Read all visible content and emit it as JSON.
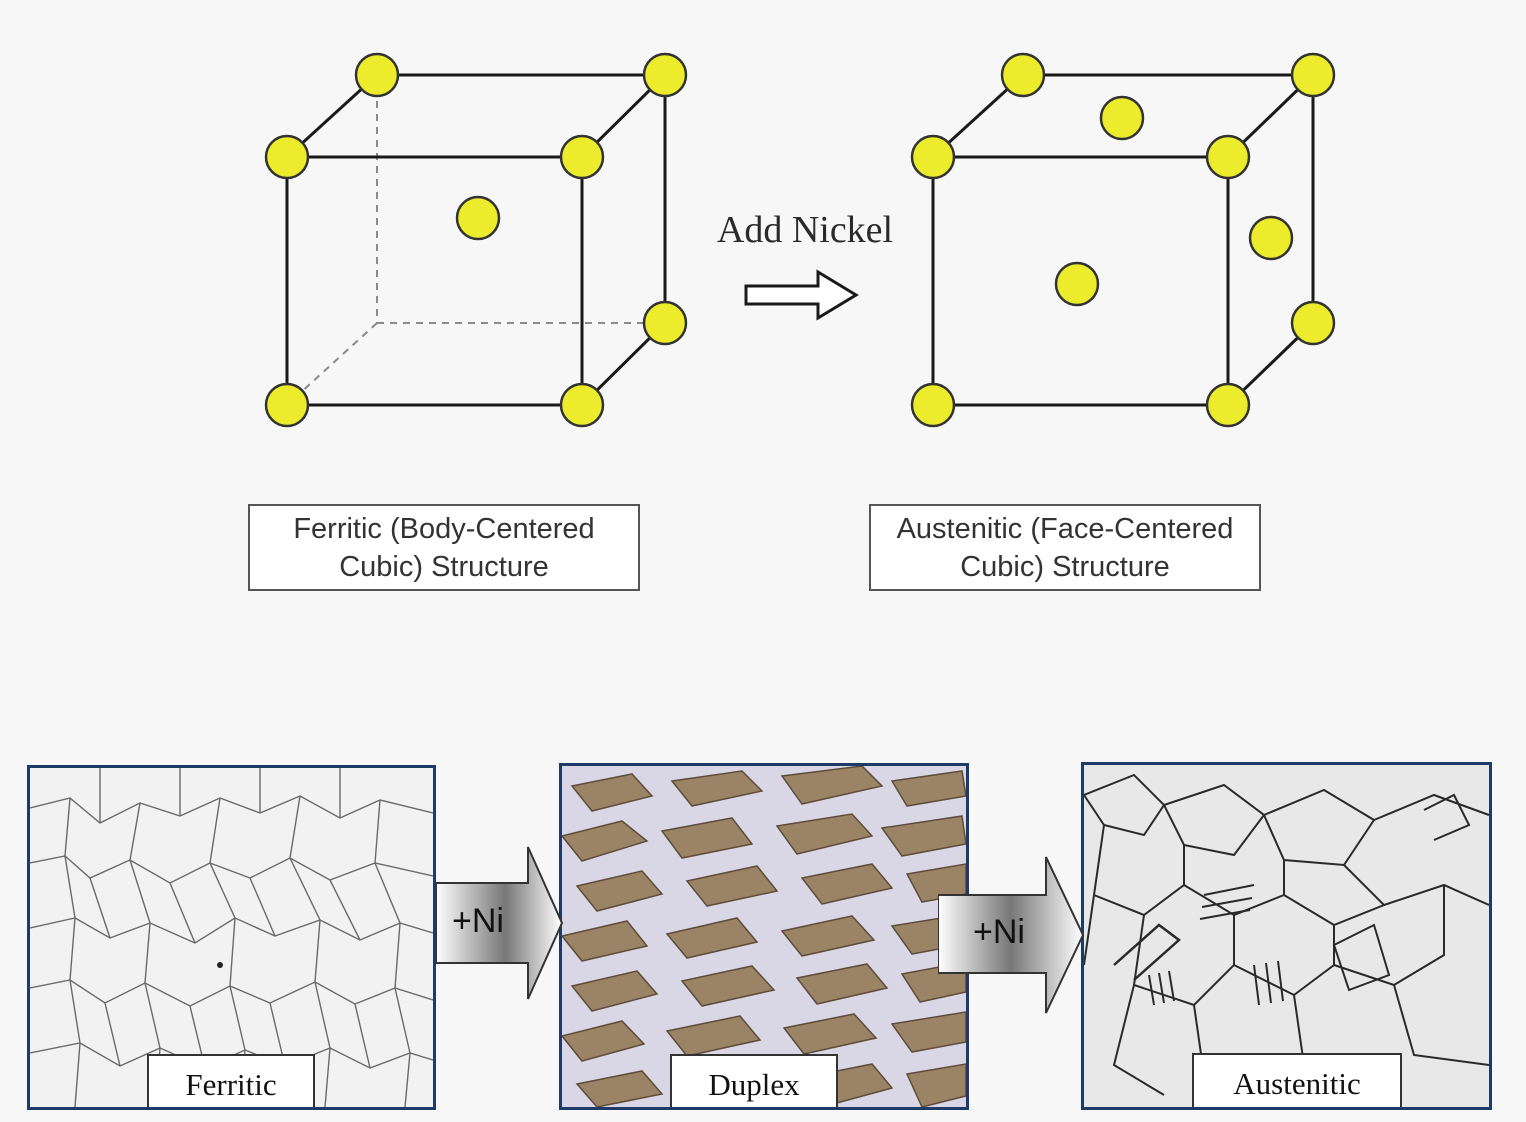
{
  "bcc": {
    "caption": [
      "Ferritic (Body-Centered",
      "Cubic) Structure"
    ]
  },
  "fcc": {
    "caption": [
      "Austenitic (Face-Centered",
      "Cubic) Structure"
    ]
  },
  "transition_label": "Add Nickel",
  "micrographs": [
    {
      "label": "Ferritic"
    },
    {
      "label": "Duplex"
    },
    {
      "label": "Austenitic"
    }
  ],
  "ni_arrows": [
    "+Ni",
    "+Ni"
  ],
  "colors": {
    "atom_fill": "#ecec2c",
    "atom_stroke": "#333333",
    "edge": "#1a1a1a",
    "hidden_edge": "#8a8a8a",
    "frame": "#1e3a66",
    "duplex_grain": "#9b8466",
    "duplex_bg": "#d9d7e6"
  }
}
